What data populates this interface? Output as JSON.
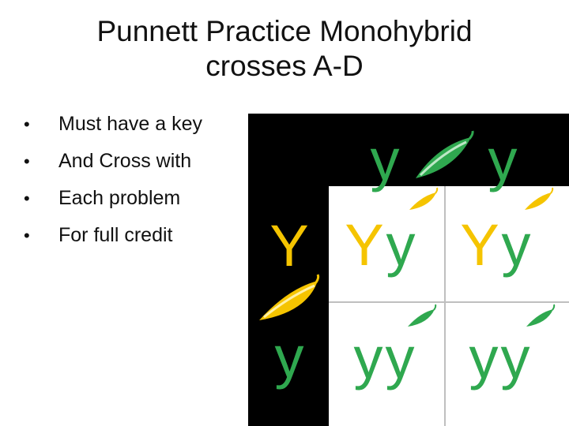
{
  "slide": {
    "title_line1": "Punnett Practice Monohybrid",
    "title_line2": "crosses A-D",
    "bullet_char": "•",
    "bullets": [
      "Must have a key",
      "And Cross with",
      "Each problem",
      "For full credit"
    ]
  },
  "punnett": {
    "top_alleles": [
      "y",
      "y"
    ],
    "left_alleles": [
      "Y",
      "y"
    ],
    "cells": [
      [
        {
          "a": "Y",
          "b": "y"
        },
        {
          "a": "Y",
          "b": "y"
        }
      ],
      [
        {
          "a": "y",
          "b": "y"
        },
        {
          "a": "y",
          "b": "y"
        }
      ]
    ],
    "colors": {
      "dominant": "#f5c400",
      "recessive": "#2fa84f",
      "background": "#000000",
      "cell": "#ffffff"
    },
    "icons": {
      "pod_green": "green-pea-pod-icon",
      "pod_yellow": "yellow-pea-pod-icon"
    }
  }
}
